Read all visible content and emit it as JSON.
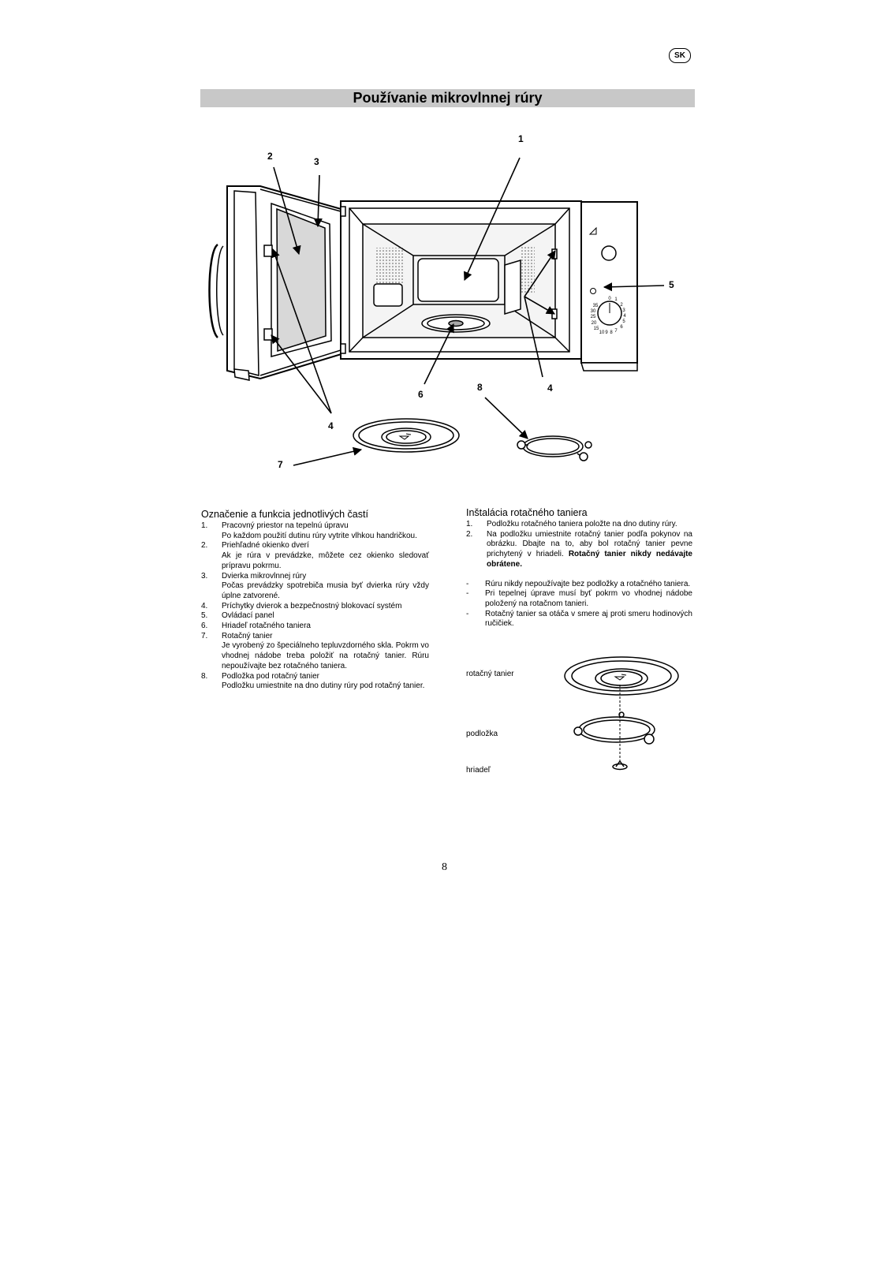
{
  "header": {
    "lang_badge": "SK",
    "title": "Používanie mikrovlnnej rúry"
  },
  "figure_labels": {
    "l1": "1",
    "l2": "2",
    "l3": "3",
    "l4a": "4",
    "l4b": "4",
    "l5": "5",
    "l6": "6",
    "l7": "7",
    "l8": "8"
  },
  "dial_marks": [
    "0",
    "1",
    "2",
    "3",
    "4",
    "5",
    "6",
    "7",
    "8",
    "9",
    "10",
    "15",
    "20",
    "25",
    "30",
    "35"
  ],
  "parts": {
    "heading": "Označenie a funkcia jednotlivých častí",
    "items": [
      {
        "num": "1.",
        "name": "Pracovný priestor na tepelnú úpravu",
        "desc": "Po každom použití dutinu rúry vytrite vlhkou handričkou."
      },
      {
        "num": "2.",
        "name": "Priehľadné okienko dverí",
        "desc": "Ak je rúra v prevádzke, môžete cez okienko sledovať prípravu pokrmu."
      },
      {
        "num": "3.",
        "name": "Dvierka mikrovlnnej rúry",
        "desc": "Počas prevádzky spotrebiča musia byť dvierka rúry vždy úplne zatvorené."
      },
      {
        "num": "4.",
        "name": "Príchytky dvierok a bezpečnostný blokovací systém",
        "desc": ""
      },
      {
        "num": "5.",
        "name": "Ovládací panel",
        "desc": ""
      },
      {
        "num": "6.",
        "name": "Hriadeľ rotačného taniera",
        "desc": ""
      },
      {
        "num": "7.",
        "name": "Rotačný tanier",
        "desc": "Je vyrobený zo špeciálneho tepluvzdorného skla. Pokrm vo vhodnej nádobe treba položiť na rotačný tanier. Rúru nepoužívajte bez rotačného taniera."
      },
      {
        "num": "8.",
        "name": "Podložka pod rotačný tanier",
        "desc": "Podložku umiestnite na dno dutiny rúry pod rotačný tanier."
      }
    ]
  },
  "install": {
    "heading": "Inštalácia rotačného taniera",
    "steps": [
      {
        "num": "1.",
        "text": "Podložku rotačného taniera položte na dno dutiny rúry.",
        "bold": ""
      },
      {
        "num": "2.",
        "text": "Na podložku umiestnite rotačný tanier podľa pokynov na obrázku. Dbajte na to, aby bol rotačný tanier pevne prichytený v hriadeli.",
        "bold": "Rotačný tanier nikdy nedávajte obrátene."
      }
    ],
    "notes": [
      {
        "dash": "-",
        "text": "Rúru nikdy nepoužívajte bez podložky a rotačného taniera."
      },
      {
        "dash": "-",
        "text": "Pri tepelnej úprave musí byť pokrm vo vhodnej nádobe položený na rotačnom tanieri."
      },
      {
        "dash": "-",
        "text": "Rotačný tanier sa otáča v smere aj proti smeru hodinových ručičiek."
      }
    ],
    "labels": {
      "plate": "rotačný tanier",
      "support": "podložka",
      "shaft": "hriadeľ"
    }
  },
  "page_number": "8"
}
